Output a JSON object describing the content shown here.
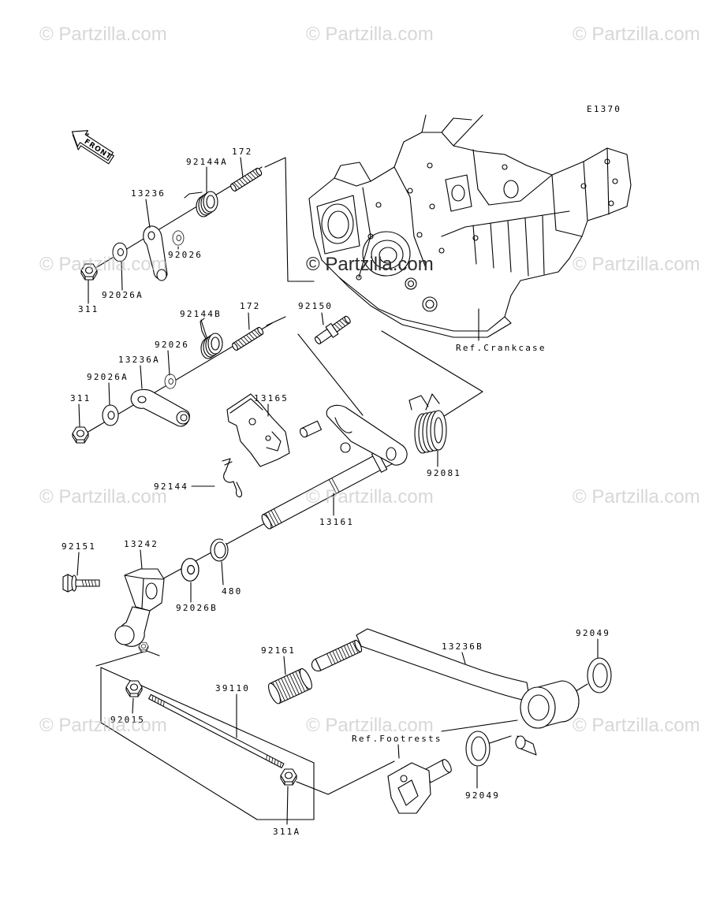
{
  "watermarks": [
    "© Partzilla.com",
    "© Partzilla.com",
    "© Partzilla.com",
    "© Partzilla.com",
    "© Partzilla.com",
    "© Partzilla.com",
    "© Partzilla.com",
    "© Partzilla.com",
    "© Partzilla.com",
    "© Partzilla.com",
    "© Partzilla.com",
    "© Partzilla.com"
  ],
  "diagram_code": "E1370",
  "front_arrow_label": "FRONT",
  "part_numbers": [
    "92144A",
    "172",
    "13236",
    "92026",
    "92026A",
    "311",
    "92144B",
    "172",
    "92150",
    "92026",
    "13236A",
    "92026A",
    "311",
    "13165",
    "92081",
    "92144",
    "13161",
    "92151",
    "13242",
    "480",
    "92026B",
    "92049",
    "92161",
    "13236B",
    "39110",
    "92015",
    "92049",
    "311A"
  ],
  "references": {
    "crankcase": "Ref.Crankcase",
    "footrests": "Ref.Footrests"
  },
  "colors": {
    "line": "#000000",
    "watermark": "#bdbdbd",
    "watermark_dark": "#2a2a2a",
    "background": "#ffffff"
  }
}
